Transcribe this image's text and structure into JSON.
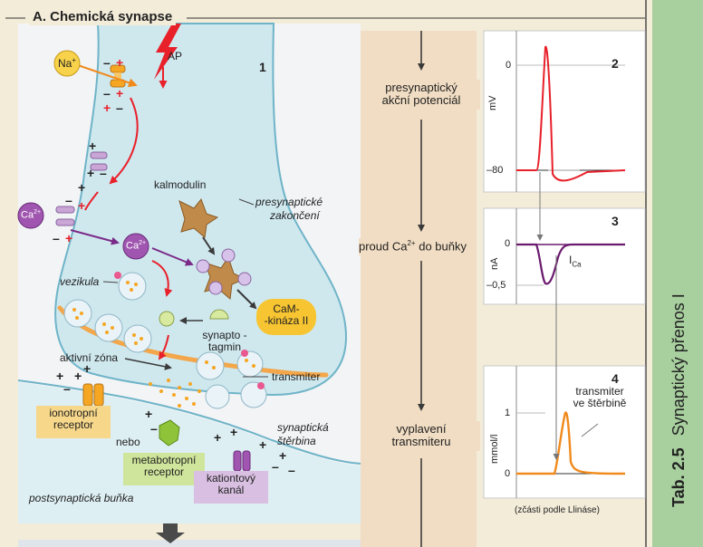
{
  "section_title": "A. Chemická synapse",
  "panel1": {
    "number": "1",
    "ap": "AP",
    "na": "Na",
    "na_sup": "+",
    "ca": "Ca",
    "ca_sup": "2+",
    "ca2": "Ca",
    "ca2_sup": "2+",
    "kalmodulin": "kalmodulin",
    "presynapticke": "presynaptické",
    "zakonceni": "zakončení",
    "vezikula": "vezikula",
    "camkinaza_1": "CaM-",
    "camkinaza_2": "-kináza II",
    "synaptotagmin_1": "synapto -",
    "synaptotagmin_2": "tagmin",
    "aktivni_zona": "aktivní zóna",
    "transmiter": "transmiter",
    "ionotropni_1": "ionotropní",
    "ionotropni_2": "receptor",
    "nebo": "nebo",
    "metabotropni_1": "metabotropní",
    "metabotropni_2": "receptor",
    "kationtovy_1": "kationtový",
    "kationtovy_2": "kanál",
    "synapticka_1": "synaptická",
    "synapticka_2": "štěrbina",
    "postsynapticka": "postsynaptická buňka"
  },
  "flow": {
    "step1_line1": "presynaptický",
    "step1_line2": "akční potenciál",
    "step2_main": "proud Ca",
    "step2_sup": "2+",
    "step2_tail": " do buňky",
    "step3_line1": "vyplavení",
    "step3_line2": "transmiteru"
  },
  "fig2": {
    "number": "2",
    "ylabel": "mV",
    "tick_top": "0",
    "tick_bottom": "–80"
  },
  "fig3": {
    "number": "3",
    "ylabel": "nA",
    "tick_top": "0",
    "tick_bottom": "–0,5",
    "trace_label": "I",
    "trace_sub": "Ca"
  },
  "fig4": {
    "number": "4",
    "ylabel": "mmol/l",
    "tick_top": "1",
    "tick_bottom": "0",
    "annot_1": "transmiter",
    "annot_2": "ve štěrbině"
  },
  "credit": "(zčásti podle Llináse)",
  "side_title": "Tab. 2.5",
  "side_subtitle": "Synaptický přenos I",
  "colors": {
    "background": "#f3ecd9",
    "cell_fill": "#cfe8ee",
    "cell_outline": "#6fb4c8",
    "sidebar": "#a8cf9e",
    "flow_band": "#f1ddc3",
    "ap_trace": "#e8202a",
    "ica_trace": "#6b1a6e",
    "transmitter_trace": "#f08a1c",
    "ion_box": "#f7d78a",
    "metabo_box": "#cfe59b",
    "cation_box": "#d9c0e2",
    "camk_box": "#f7c531"
  }
}
